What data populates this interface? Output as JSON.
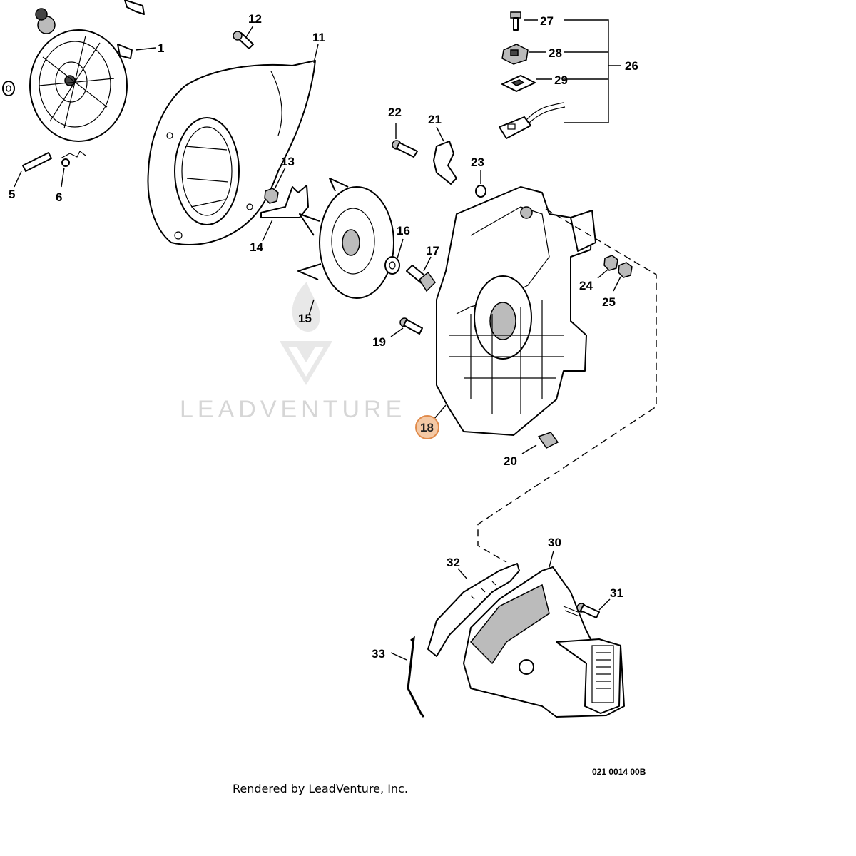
{
  "diagram": {
    "callouts": {
      "c1": "1",
      "c5": "5",
      "c6": "6",
      "c11": "11",
      "c12": "12",
      "c13": "13",
      "c14": "14",
      "c15": "15",
      "c16": "16",
      "c17": "17",
      "c18": "18",
      "c19": "19",
      "c20": "20",
      "c21": "21",
      "c22": "22",
      "c23": "23",
      "c24": "24",
      "c25": "25",
      "c26": "26",
      "c27": "27",
      "c28": "28",
      "c29": "29",
      "c30": "30",
      "c31": "31",
      "c32": "32",
      "c33": "33"
    },
    "highlighted_callout": "18",
    "highlight_color": "#f4c9a5",
    "highlight_stroke": "#e08a4a",
    "watermark": "LEADVENTURE",
    "drawing_code": "021 0014 00B",
    "footer": "Rendered by LeadVenture, Inc."
  }
}
